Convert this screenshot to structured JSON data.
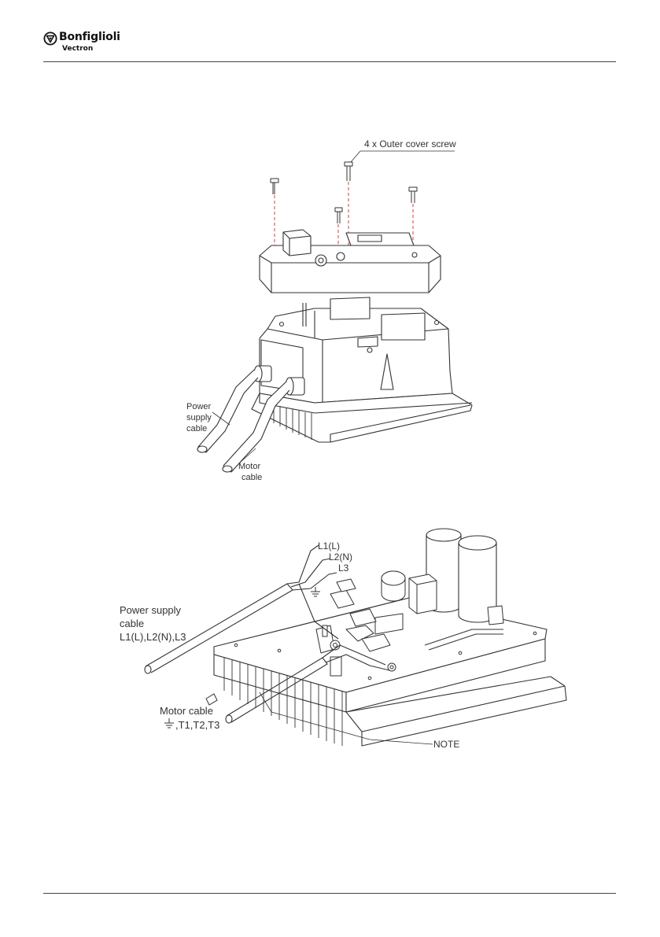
{
  "header": {
    "brand_name": "Bonfiglioli",
    "brand_sub": "Vectron"
  },
  "figure1": {
    "label_screws": "4 x Outer cover screw",
    "label_power_line1": "Power",
    "label_power_line2": "supply",
    "label_power_line3": "cable",
    "label_motor_line1": "Motor",
    "label_motor_line2": "cable"
  },
  "figure2": {
    "label_l1": "L1(L)",
    "label_l2": "L2(N)",
    "label_l3": "L3",
    "label_power_line1": "Power supply",
    "label_power_line2": "cable",
    "label_power_line3": "L1(L),L2(N),L3",
    "label_motor_line1": "Motor cable",
    "label_motor_line2": ",T1,T2,T3",
    "label_note": "NOTE"
  }
}
